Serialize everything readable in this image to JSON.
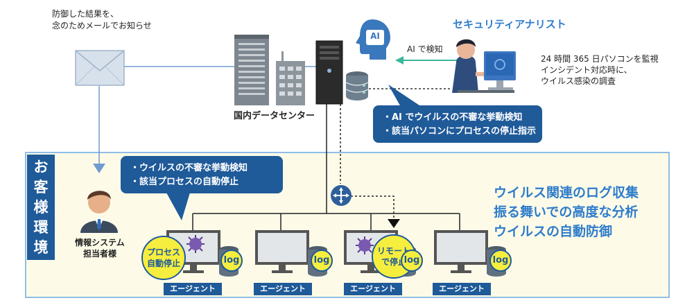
{
  "texts": {
    "notify_line1": "防御した結果を、",
    "notify_line2": "念のためメールでお知らせ",
    "datacenter_label": "国内データセンター",
    "analyst_title": "セキュリティアナリスト",
    "ai_detect_label": "AI で検知",
    "ai_icon_text": "AI",
    "analyst_desc_1": "24 時間 365 日パソコンを監視",
    "analyst_desc_2": "インシデント対応時に、",
    "analyst_desc_3": "ウイルス感染の調査",
    "env_tag": [
      "お",
      "客",
      "様",
      "環",
      "境"
    ],
    "staff_label_1": "情報システム",
    "staff_label_2": "担当者様"
  },
  "callouts": {
    "ai": [
      "・AI でウイルスの不審な挙動検知",
      "・該当パソコンにプロセスの停止指示"
    ],
    "agent": [
      "・ウイルスの不審な挙動検知",
      "・該当プロセスの自動停止"
    ]
  },
  "features": [
    "ウイルス関連のログ収集",
    "振る舞いでの高度な分析",
    "ウイルスの自動防御"
  ],
  "agents": [
    {
      "label": "エージェント",
      "badge": [
        "プロセス",
        "自動停止"
      ],
      "log": "log"
    },
    {
      "label": "エージェント",
      "log": "log"
    },
    {
      "label": "エージェント",
      "badge": [
        "リモート",
        "で停止"
      ],
      "log": "log"
    },
    {
      "label": "エージェント",
      "log": "log"
    }
  ],
  "colors": {
    "primary_blue": "#1f5a99",
    "accent_blue": "#2e7ccb",
    "arrow_green": "#3bb89b",
    "env_fill": "#fdfbe8",
    "env_border": "#8fbde6",
    "badge_yellow": "#f6ee3e"
  },
  "icons": [
    "envelope-icon",
    "building-icon",
    "server-tower-icon",
    "database-icon",
    "ai-head-icon",
    "analyst-person-icon",
    "monitor-icon",
    "router-icon",
    "virus-icon",
    "staff-person-icon"
  ]
}
